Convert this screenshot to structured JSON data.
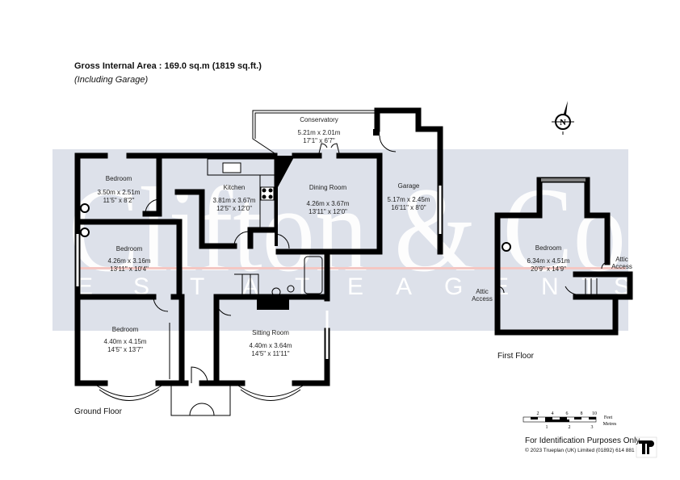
{
  "header": {
    "gross_area": "Gross Internal Area  :  169.0 sq.m   (1819 sq.ft.)",
    "note": "(Including Garage)"
  },
  "watermark": {
    "brand": "Clifton & Co",
    "tagline": [
      "E",
      "S",
      "T",
      "A",
      "T",
      "E",
      "A",
      "G",
      "E",
      "N",
      "T",
      "S"
    ]
  },
  "rooms": {
    "conservatory": {
      "name": "Conservatory",
      "metric": "5.21m  x  2.01m",
      "imperial": "17'1\"  x  6'7\""
    },
    "bedroom1": {
      "name": "Bedroom",
      "metric": "3.50m  x  2.51m",
      "imperial": "11'5\"  x  8'2\""
    },
    "kitchen": {
      "name": "Kitchen",
      "metric": "3.81m  x  3.67m",
      "imperial": "12'5\"  x  12'0\""
    },
    "dining": {
      "name": "Dining Room",
      "metric": "4.26m  x  3.67m",
      "imperial": "13'11\"  x  12'0\""
    },
    "garage": {
      "name": "Garage",
      "metric": "5.17m  x  2.45m",
      "imperial": "16'11\"  x  8'0\""
    },
    "bedroom2": {
      "name": "Bedroom",
      "metric": "4.26m  x  3.16m",
      "imperial": "13'11\"  x  10'4\""
    },
    "bedroom3": {
      "name": "Bedroom",
      "metric": "4.40m  x  4.15m",
      "imperial": "14'5\"  x  13'7\""
    },
    "sitting": {
      "name": "Sitting Room",
      "metric": "4.40m  x  3.64m",
      "imperial": "14'5\"  x  11'11\""
    },
    "first_bedroom": {
      "name": "Bedroom",
      "metric": "6.34m  x  4.51m",
      "imperial": "20'9\"  x  14'9\""
    },
    "attic_right": {
      "line1": "Attic",
      "line2": "Access"
    },
    "attic_left": {
      "line1": "Attic",
      "line2": "Access"
    }
  },
  "floors": {
    "ground": "Ground Floor",
    "first": "First Floor"
  },
  "compass": {
    "label": "N"
  },
  "scale": {
    "feet_ticks": [
      "2",
      "4",
      "6",
      "8",
      "10"
    ],
    "metre_ticks": [
      "1",
      "2",
      "3"
    ],
    "feet_label": "Feet",
    "metres_label": "Metres"
  },
  "footer": {
    "disclaimer": "For Identification Purposes Only.",
    "copyright": "© 2023 Trueplan (UK) Limited  (01892) 614 881",
    "logo": "TP"
  }
}
